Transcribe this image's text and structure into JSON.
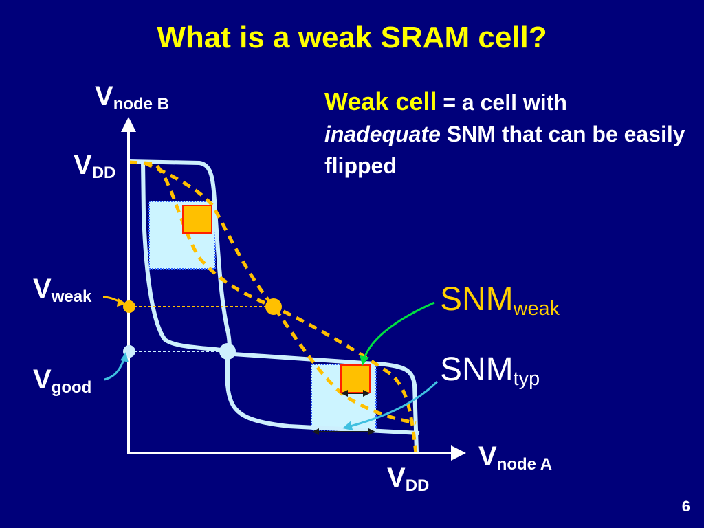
{
  "title": "What is a weak SRAM cell?",
  "axis": {
    "y_main": "V",
    "y_sub": "node B",
    "x_main": "V",
    "x_sub": "node A",
    "vdd_main": "V",
    "vdd_sub": "DD"
  },
  "levels": {
    "weak_main": "V",
    "weak_sub": "weak",
    "good_main": "V",
    "good_sub": "good"
  },
  "definition": {
    "term": "Weak cell",
    "part1": " = a cell with",
    "emph": "inadequate",
    "part2": " SNM that can be easily flipped"
  },
  "snm": {
    "weak_main": "SNM",
    "weak_sub": "weak",
    "typ_main": "SNM",
    "typ_sub": "typ"
  },
  "page_number": "6",
  "colors": {
    "background": "#00007a",
    "title": "#ffff00",
    "butterfly_curve": "#cdeffd",
    "weak_curve": "#ffc000",
    "snm_square_fill": "#ccf4ff",
    "weak_square_fill": "#ffc000",
    "weak_square_edge": "#ff2000",
    "green_arrow": "#00e040",
    "cyan_arrow": "#40c0e0"
  }
}
